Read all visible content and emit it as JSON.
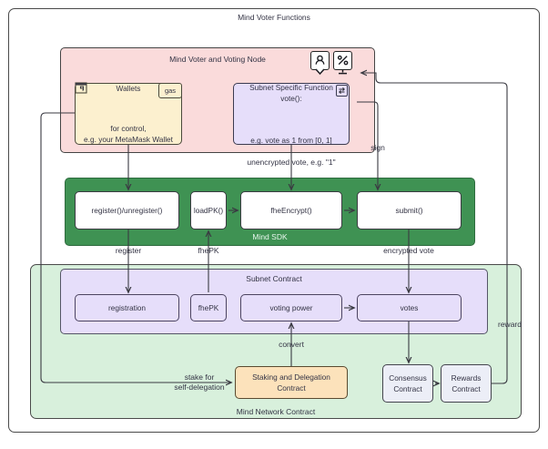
{
  "diagram": {
    "title": "Mind Voter Functions",
    "type": "flowchart"
  },
  "containers": {
    "outer": {
      "label": "Mind Voter Functions",
      "fill": "#ffffff"
    },
    "voter_node": {
      "label": "Mind Voter and Voting Node",
      "fill": "#fadbdb"
    },
    "sdk": {
      "label": "Mind SDK",
      "fill": "#3f9253"
    },
    "mind_network_contract": {
      "label": "Mind Network Contract",
      "fill": "#d8f0dc"
    },
    "subnet_contract": {
      "label": "Subnet Contract",
      "fill": "#e6defa"
    }
  },
  "voter_node": {
    "icons": [
      {
        "name": "actor-icon",
        "glyph": "person"
      },
      {
        "name": "node-monitor-icon",
        "glyph": "percent-monitor"
      }
    ],
    "wallets": {
      "title": "Wallets",
      "body": "for control,\ne.g. your MetaMask Wallet",
      "gas_badge": "gas",
      "key_icon": "key-icon",
      "fill": "#fcf0cf"
    },
    "subnet_function": {
      "body": "Subnet Specific Function\nvote():",
      "example": "e.g. vote as 1 from [0, 1]",
      "swap_icon": "swap-icon",
      "fill": "#e6defa"
    }
  },
  "sdk": {
    "label": "Mind SDK",
    "nodes": [
      {
        "name": "register-unregister",
        "label": "register()/unregister()"
      },
      {
        "name": "loadpk",
        "label": "loadPK()"
      },
      {
        "name": "fheencrypt",
        "label": "fheEncrypt()"
      },
      {
        "name": "submit",
        "label": "submit()"
      }
    ]
  },
  "subnet_contract": {
    "label": "Subnet Contract",
    "nodes": [
      {
        "name": "registration",
        "label": "registration"
      },
      {
        "name": "fhepk",
        "label": "fhePK"
      },
      {
        "name": "voting-power",
        "label": "voting power"
      },
      {
        "name": "votes",
        "label": "votes"
      }
    ]
  },
  "network_contract": {
    "label": "Mind Network Contract",
    "nodes": [
      {
        "name": "staking-delegation-contract",
        "label": "Staking and Delegation Contract",
        "fill": "#fce2bb"
      },
      {
        "name": "consensus-contract",
        "label": "Consensus\nContract",
        "fill": "#eceef7"
      },
      {
        "name": "rewards-contract",
        "label": "Rewards\nContract",
        "fill": "#eceef7"
      }
    ]
  },
  "edge_labels": {
    "unencrypted_vote": "unencrypted vote, e.g. \"1\"",
    "sign": "sign",
    "register": "register",
    "fhepk": "fhePK",
    "encrypted_vote": "encrypted vote",
    "convert": "convert",
    "stake_for_self_delegation": "stake for\nself-delegation",
    "reward": "reward"
  },
  "colors": {
    "voter_node_fill": "#fadbdb",
    "sdk_fill": "#3f9253",
    "network_fill": "#d8f0dc",
    "subnet_fill": "#e6defa",
    "wallet_fill": "#fcf0cf",
    "stake_fill": "#fce2bb",
    "contract_fill": "#eceef7",
    "stroke": "#3a3a42"
  }
}
